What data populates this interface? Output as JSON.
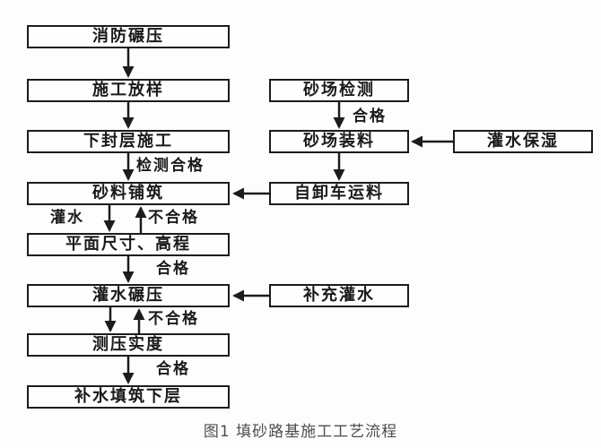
{
  "figure": {
    "caption": "图1 填砂路基施工工艺流程"
  },
  "nodes": {
    "fire_rolling": "消防碾压",
    "construction_layout": "施工放样",
    "lower_seal_construction": "下封层施工",
    "sand_paving": "砂料铺筑",
    "plan_size_elevation": "平面尺寸、高程",
    "water_filling_rolling": "灌水碾压",
    "compaction_test": "测压实度",
    "rewater_fill_next_layer": "补水填筑下层",
    "sand_yard_inspection": "砂场检测",
    "sand_yard_loading": "砂场装料",
    "dump_truck_hauling": "自卸车运料",
    "supplementary_watering": "补充灌水",
    "watering_moisturizing": "灌水保湿"
  },
  "edge_labels": {
    "inspection_pass": "检测合格",
    "pass_right_col": "合格",
    "watering": "灌水",
    "fail_1": "不合格",
    "pass_1": "合格",
    "fail_2": "不合格",
    "pass_2": "合格"
  }
}
